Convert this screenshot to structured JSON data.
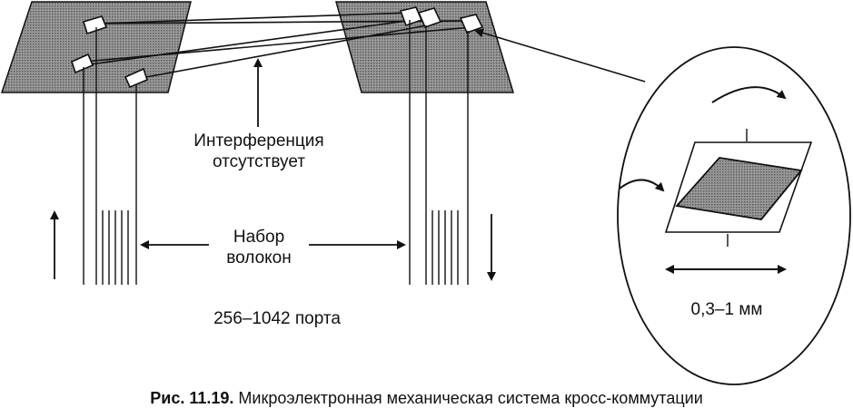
{
  "labels": {
    "interference_line1": "Интерференция",
    "interference_line2": "отсутствует",
    "fiber_line1": "Набор",
    "fiber_line2": "волокон",
    "ports": "256–1042 порта",
    "size": "0,3–1 мм"
  },
  "caption": {
    "number": "Рис. 11.19.",
    "text": "Микроэлектронная механическая система кросс-коммутации"
  },
  "colors": {
    "ink": "#111111",
    "plate_fill": "#8a8a8a",
    "mirror_fill": "#9a9a9a"
  }
}
